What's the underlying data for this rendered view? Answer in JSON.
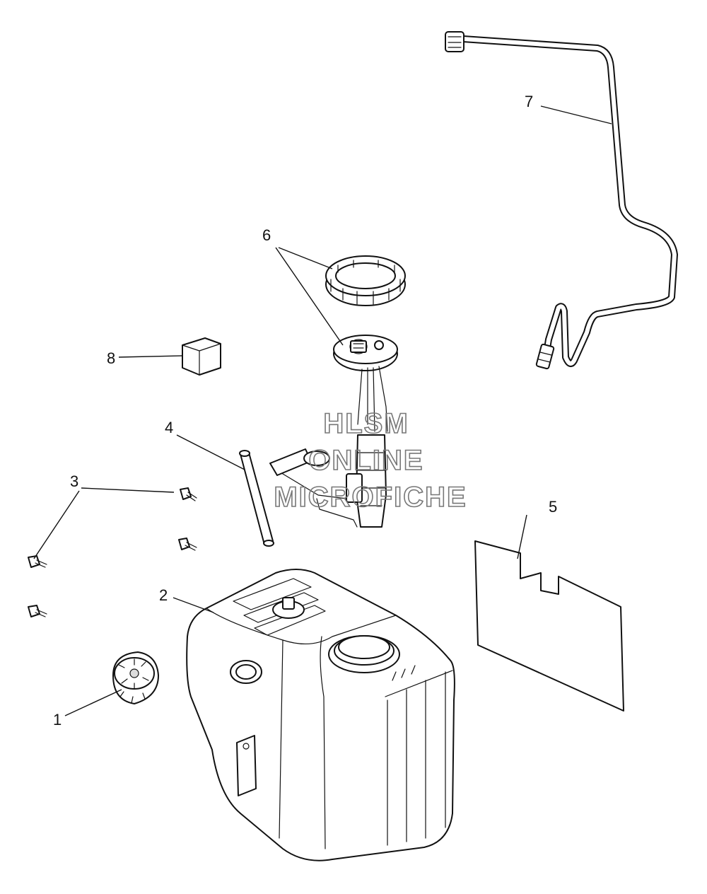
{
  "callouts": {
    "c1": "1",
    "c2": "2",
    "c3": "3",
    "c4": "4",
    "c5": "5",
    "c6": "6",
    "c7": "7",
    "c8": "8"
  },
  "watermark": {
    "line1": "HLSM",
    "line2": "ONLINE",
    "line3": "MICROFICHE"
  },
  "colors": {
    "line": "#111111",
    "fill": "#ffffff",
    "watermark": "#777777"
  }
}
